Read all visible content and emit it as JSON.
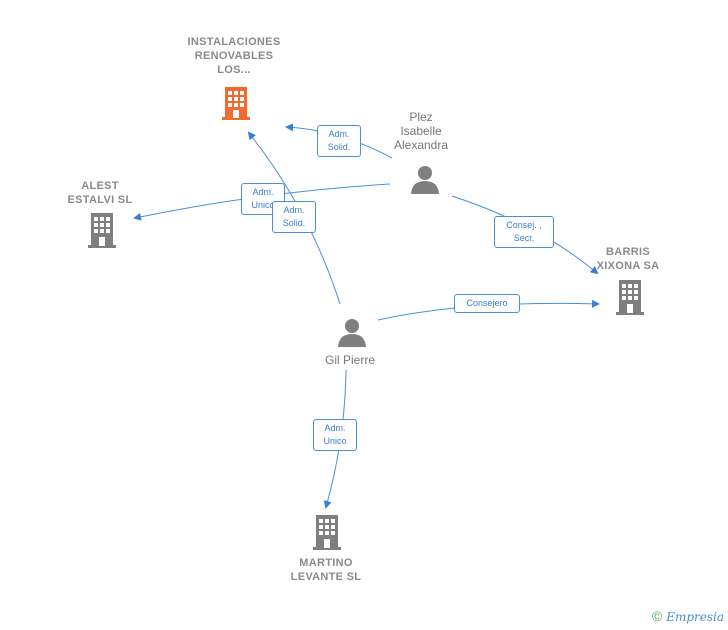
{
  "nodes": {
    "instalaciones": {
      "lines": [
        "INSTALACIONES",
        "RENOVABLES",
        "LOS..."
      ]
    },
    "alest": {
      "lines": [
        "ALEST",
        "ESTALVI  SL"
      ]
    },
    "barris": {
      "lines": [
        "BARRIS",
        "XIXONA SA"
      ]
    },
    "martino": {
      "lines": [
        "MARTINO",
        "LEVANTE  SL"
      ]
    },
    "plez": {
      "lines": [
        "Plez",
        "Isabelle",
        "Alexandra"
      ]
    },
    "gil": {
      "lines": [
        "Gil Pierre"
      ]
    }
  },
  "edges": {
    "plez_instalaciones": [
      "Adm.",
      "Solid."
    ],
    "gil_alest": [
      "Adm.",
      "Unico"
    ],
    "gil_instalaciones": [
      "Adm.",
      "Solid."
    ],
    "plez_barris": [
      "Consej. ,",
      "Secr."
    ],
    "gil_barris": [
      "Consejero"
    ],
    "gil_martino": [
      "Adm.",
      "Unico"
    ]
  },
  "footer": {
    "copyright": "©",
    "brand": "Empresia"
  },
  "colors": {
    "edge": "#4a90d9",
    "main_company": "#f26a2e",
    "company": "#7f7f7f",
    "person": "#7f7f7f"
  },
  "icons": {
    "company": "building-icon",
    "person": "person-icon"
  }
}
